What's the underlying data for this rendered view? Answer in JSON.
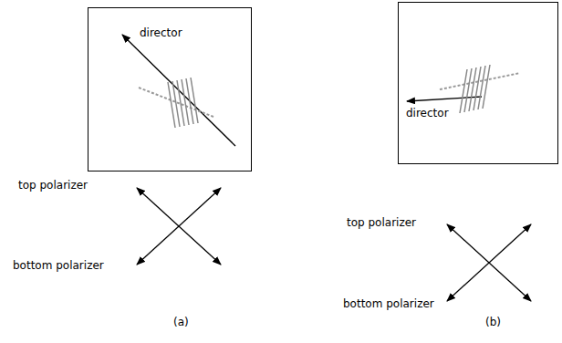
{
  "diagram": {
    "nodes": [
      {
        "text": [
          "director"
        ]
      },
      {
        "text": [
          "director"
        ]
      }
    ],
    "labels": [
      "top polarizer",
      "bottom polarizer",
      "(a)",
      "top polarizer",
      "bottom polarizer",
      "(b)"
    ]
  }
}
